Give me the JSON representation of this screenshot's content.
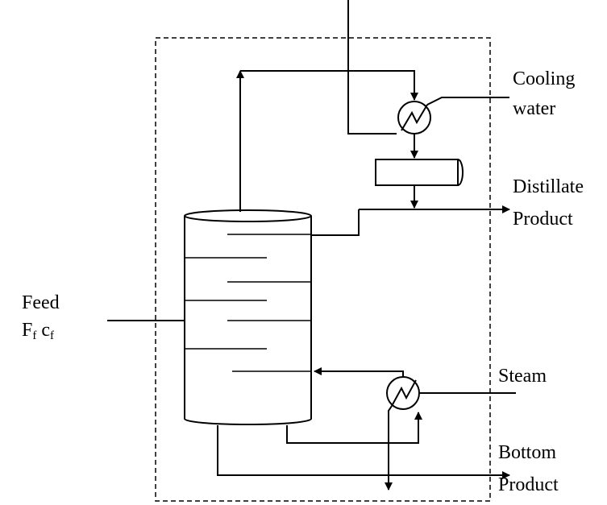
{
  "labels": {
    "cooling_line1": "Cooling",
    "cooling_line2": "water",
    "distillate_line1": "Distillate",
    "distillate_line2": "Product",
    "feed_line1": "Feed",
    "feed_F": "F",
    "feed_F_sub": "f",
    "feed_c": "c",
    "feed_c_sub": "f",
    "steam": "Steam",
    "bottom_line1": "Bottom",
    "bottom_line2": "Product"
  }
}
